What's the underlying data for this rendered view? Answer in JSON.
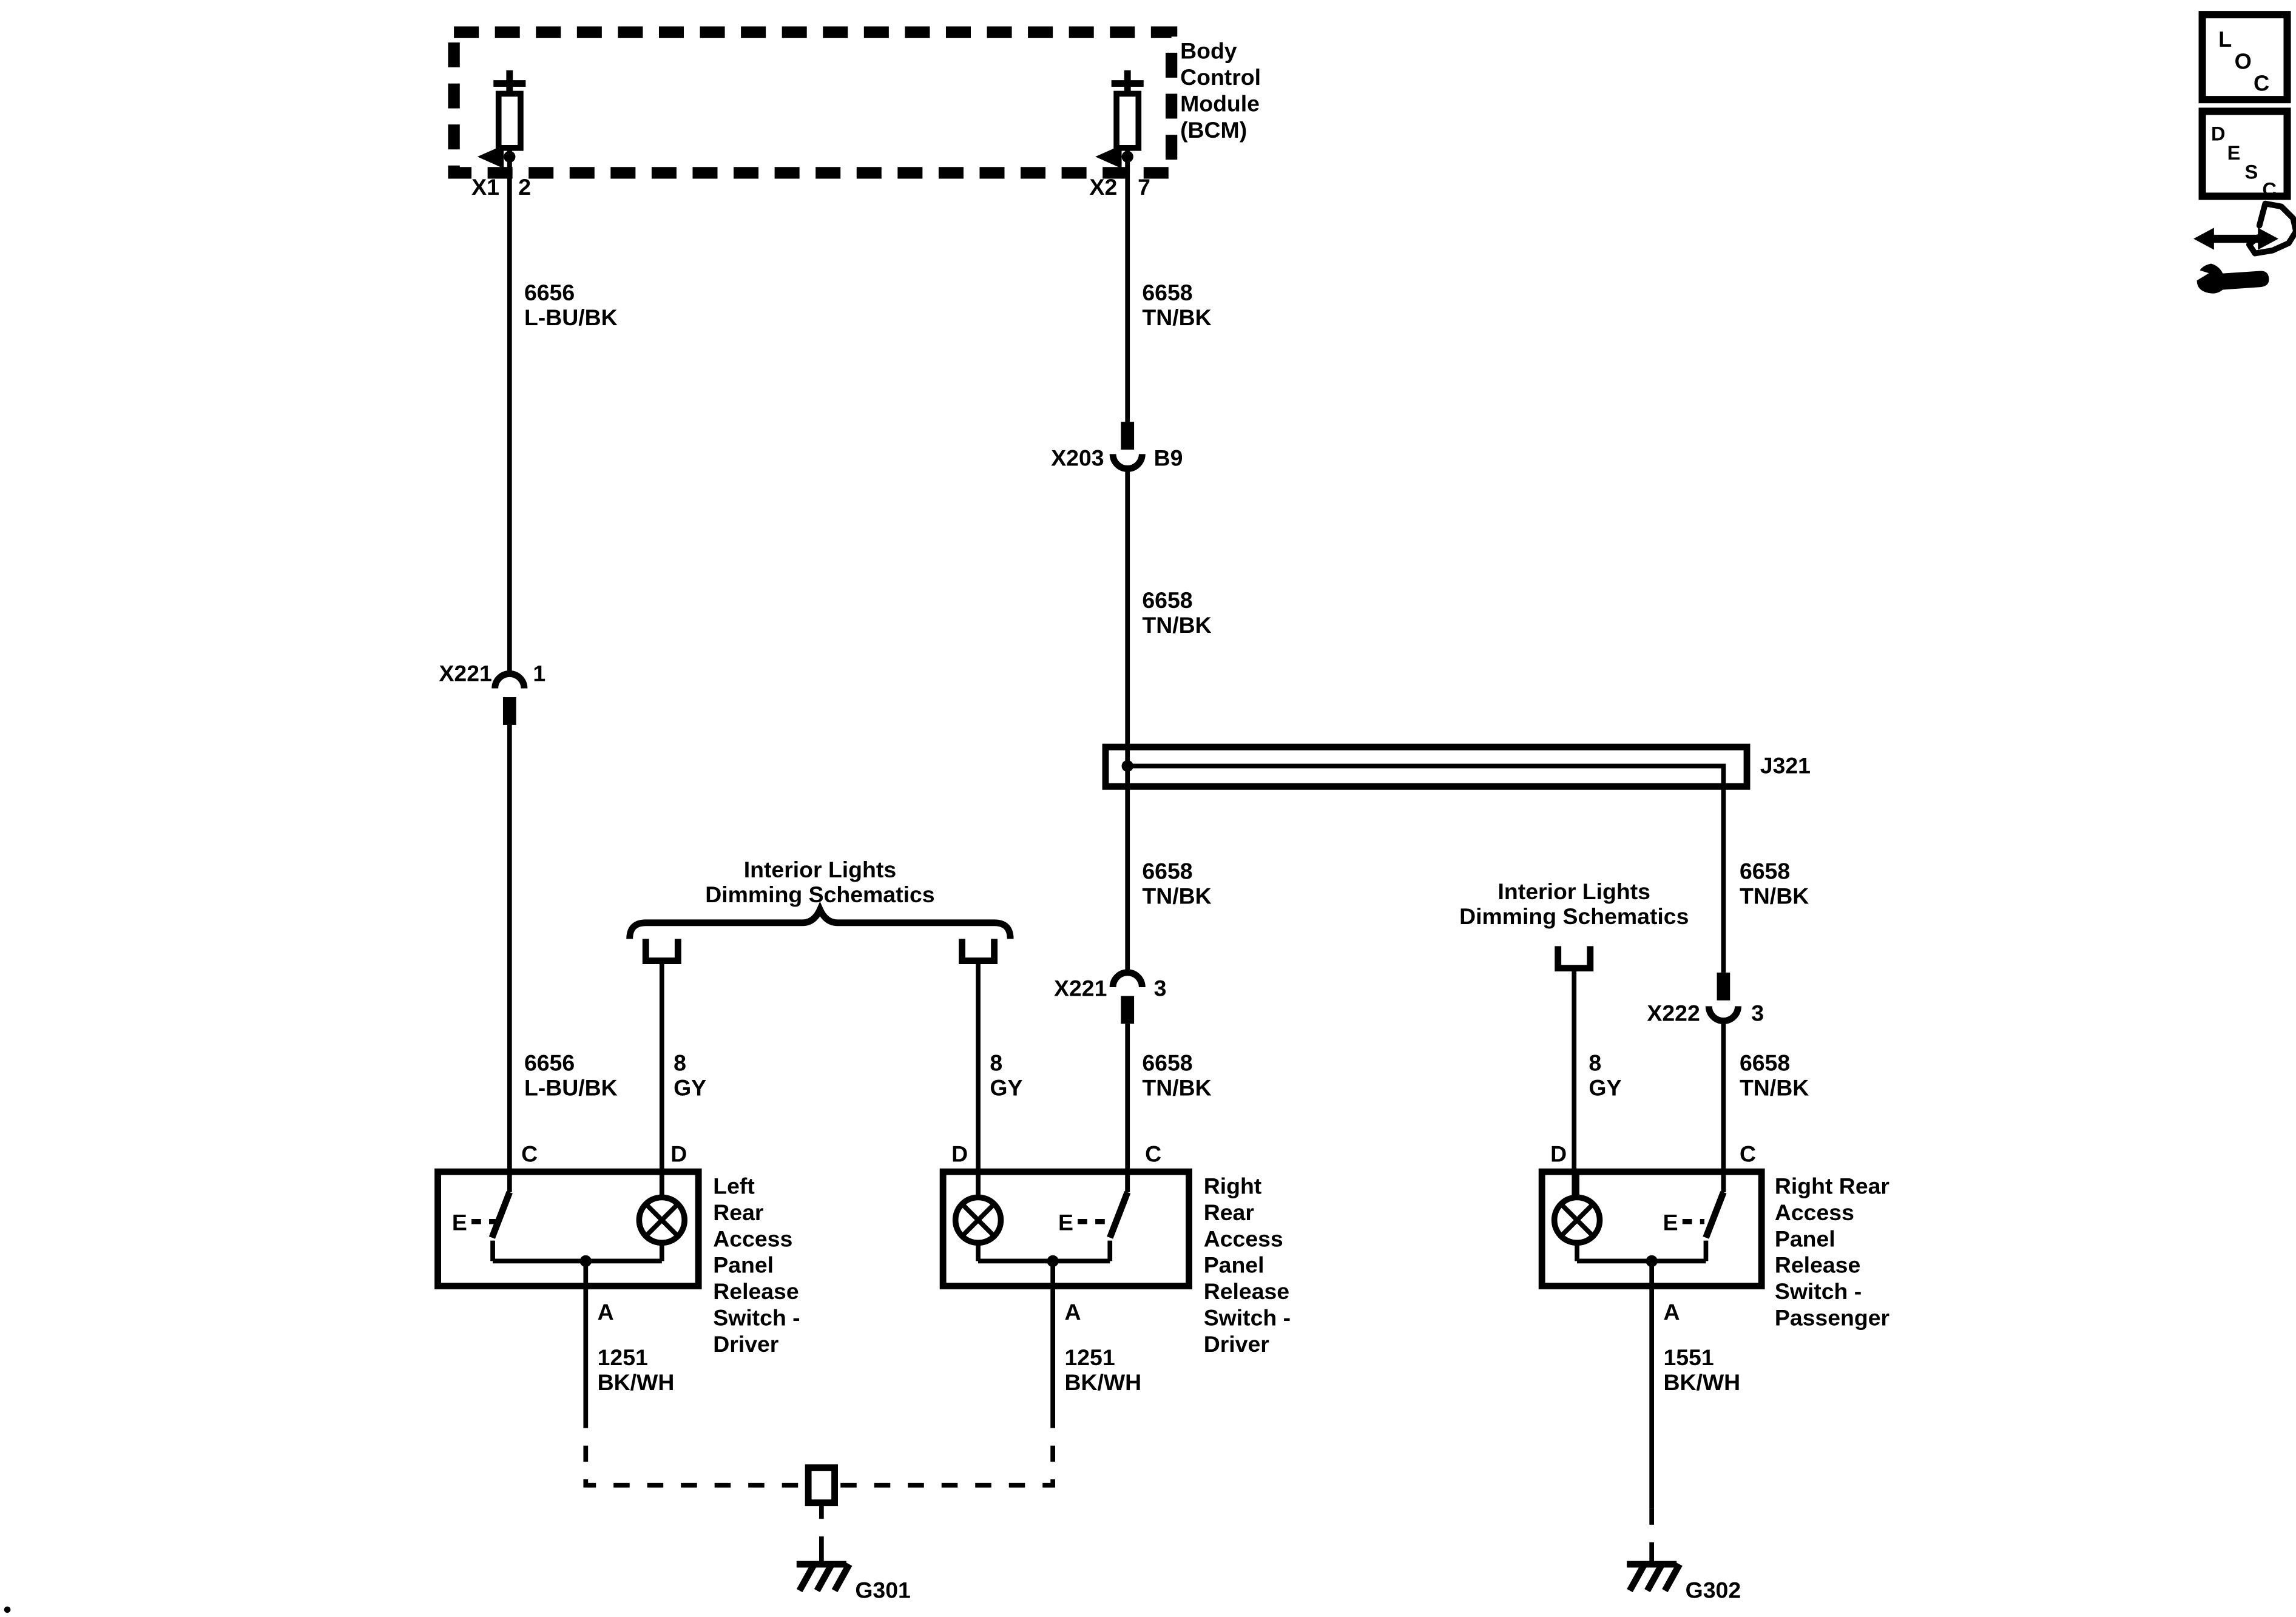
{
  "diagram": {
    "bcm": {
      "name_lines": [
        "Body",
        "Control",
        "Module",
        "(BCM)"
      ],
      "x1": {
        "connector": "X1",
        "pin": "2"
      },
      "x2": {
        "connector": "X2",
        "pin": "7"
      }
    },
    "wire_6656": {
      "circuit": "6656",
      "color": "L-BU/BK"
    },
    "wire_6658": {
      "circuit": "6658",
      "color": "TN/BK"
    },
    "wire_8": {
      "circuit": "8",
      "color": "GY"
    },
    "wire_1251": {
      "circuit": "1251",
      "color": "BK/WH"
    },
    "wire_1551": {
      "circuit": "1551",
      "color": "BK/WH"
    },
    "connectors": {
      "x203": {
        "name": "X203",
        "cavity": "B9"
      },
      "x221_1": {
        "name": "X221",
        "cavity": "1"
      },
      "x221_3": {
        "name": "X221",
        "cavity": "3"
      },
      "x222_3": {
        "name": "X222",
        "cavity": "3"
      }
    },
    "splice": "J321",
    "grounds": {
      "g301": "G301",
      "g302": "G302"
    },
    "note": {
      "line1": "Interior Lights",
      "line2": "Dimming Schematics"
    },
    "terminals": {
      "a": "A",
      "c": "C",
      "d": "D"
    },
    "actuator": "E",
    "switch_left_driver": [
      "Left",
      "Rear",
      "Access",
      "Panel",
      "Release",
      "Switch -",
      "Driver"
    ],
    "switch_right_driver": [
      "Right",
      "Rear",
      "Access",
      "Panel",
      "Release",
      "Switch -",
      "Driver"
    ],
    "switch_right_passenger": [
      "Right Rear",
      "Access",
      "Panel",
      "Release",
      "Switch -",
      "Passenger"
    ],
    "icons": {
      "loc": {
        "l": "L",
        "o": "O",
        "c": "C"
      },
      "desc": {
        "d": "D",
        "e": "E",
        "s": "S",
        "c": "C"
      }
    }
  }
}
